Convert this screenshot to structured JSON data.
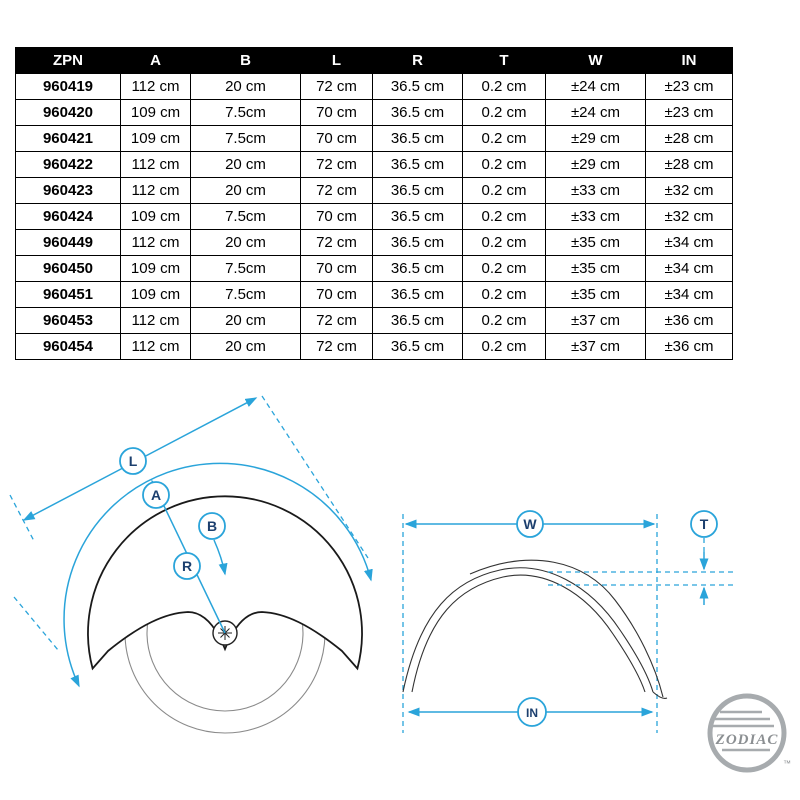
{
  "table": {
    "headers": [
      "ZPN",
      "A",
      "B",
      "L",
      "R",
      "T",
      "W",
      "IN"
    ],
    "rows": [
      [
        "960419",
        "112 cm",
        "20 cm",
        "72 cm",
        "36.5 cm",
        "0.2 cm",
        "±24 cm",
        "±23 cm"
      ],
      [
        "960420",
        "109 cm",
        "7.5cm",
        "70 cm",
        "36.5 cm",
        "0.2 cm",
        "±24 cm",
        "±23 cm"
      ],
      [
        "960421",
        "109 cm",
        "7.5cm",
        "70 cm",
        "36.5 cm",
        "0.2 cm",
        "±29 cm",
        "±28 cm"
      ],
      [
        "960422",
        "112 cm",
        "20 cm",
        "72 cm",
        "36.5 cm",
        "0.2 cm",
        "±29 cm",
        "±28 cm"
      ],
      [
        "960423",
        "112 cm",
        "20 cm",
        "72 cm",
        "36.5 cm",
        "0.2 cm",
        "±33 cm",
        "±32 cm"
      ],
      [
        "960424",
        "109 cm",
        "7.5cm",
        "70 cm",
        "36.5 cm",
        "0.2 cm",
        "±33 cm",
        "±32 cm"
      ],
      [
        "960449",
        "112 cm",
        "20 cm",
        "72 cm",
        "36.5 cm",
        "0.2 cm",
        "±35 cm",
        "±34 cm"
      ],
      [
        "960450",
        "109 cm",
        "7.5cm",
        "70 cm",
        "36.5 cm",
        "0.2 cm",
        "±35 cm",
        "±34 cm"
      ],
      [
        "960451",
        "109 cm",
        "7.5cm",
        "70 cm",
        "36.5 cm",
        "0.2 cm",
        "±35 cm",
        "±34 cm"
      ],
      [
        "960453",
        "112 cm",
        "20 cm",
        "72 cm",
        "36.5 cm",
        "0.2 cm",
        "±37 cm",
        "±36 cm"
      ],
      [
        "960454",
        "112 cm",
        "20 cm",
        "72 cm",
        "36.5 cm",
        "0.2 cm",
        "±37 cm",
        "±36 cm"
      ]
    ]
  },
  "diagram": {
    "accent_color": "#2aa4da",
    "labels": {
      "L": "L",
      "A": "A",
      "B": "B",
      "R": "R",
      "W": "W",
      "T": "T",
      "IN": "IN"
    }
  },
  "logo": {
    "brand": "ZODIAC",
    "trademark": "™"
  }
}
